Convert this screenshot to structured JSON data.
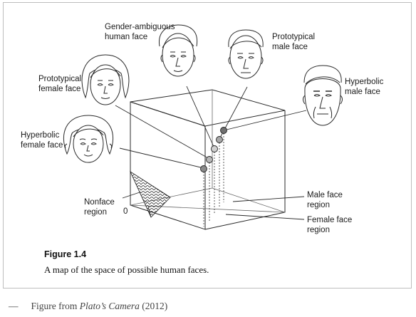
{
  "labels": {
    "gender_ambiguous": "Gender-ambiguous\nhuman face",
    "prototypical_male": "Prototypical\nmale face",
    "hyperbolic_male": "Hyperbolic\nmale face",
    "prototypical_female": "Prototypical\nfemale face",
    "hyperbolic_female": "Hyperbolic\nfemale face",
    "nonface": "Nonface\nregion",
    "origin": "0",
    "male_region": "Male face\nregion",
    "female_region": "Female face\nregion"
  },
  "figure": {
    "number": "Figure 1.4",
    "caption": "A map of the space of possible human faces."
  },
  "credit": {
    "dash": "—",
    "prefix": "Figure from ",
    "title": "Plato’s Camera",
    "suffix": " (2012)"
  },
  "colors": {
    "line": "#2a2a2a",
    "point": "#8c8c8c",
    "frame": "#bdbdbd"
  }
}
